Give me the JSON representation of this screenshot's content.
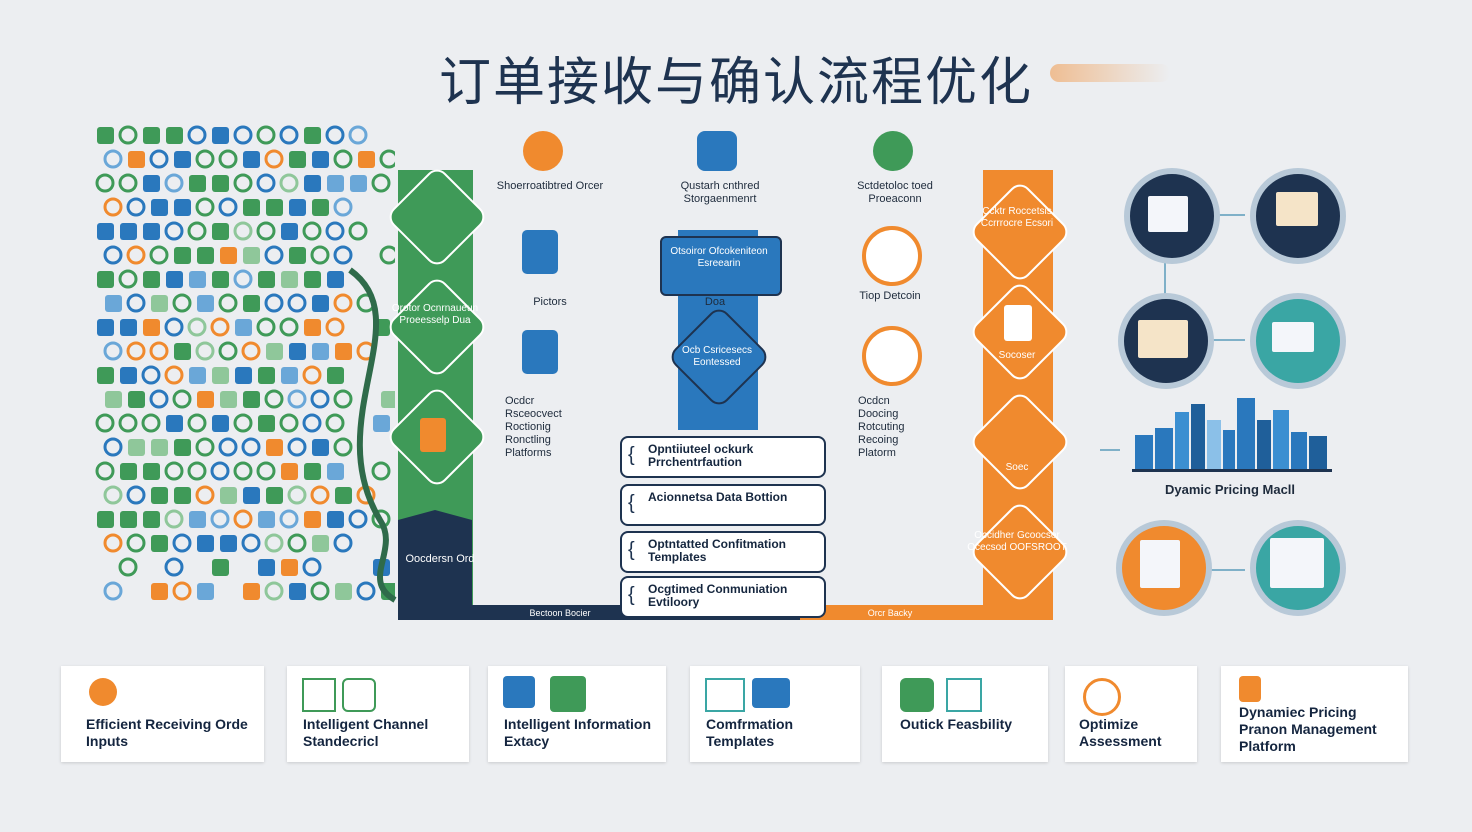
{
  "title": "订单接收与确认流程优化",
  "columns": {
    "col1_header": "Shoerroatibtred Orcer",
    "col1_mid": "Pictors",
    "col1_bottom": [
      "Ocdcr",
      "Rsceocvect",
      "Roctionig",
      "Ronctling",
      "Platforms"
    ],
    "col2_header": "Qustarh cnthred Storgaenmenrt",
    "col2_mid": "Doa",
    "col3_header": "Sctdetoloc toed Proeaconn",
    "col3_mid": "Tiop Detcoin",
    "col3_bottom": [
      "Ocdcn",
      "Doocing",
      "Rotcuting",
      "Recoing",
      "Platorm"
    ]
  },
  "green_diamonds": [
    "",
    "Orotor Ocnrnaueun Proeesselp Dua",
    ""
  ],
  "blue_cards": [
    "Otsoiror Ofcokeniteon Esreearin",
    "Ocb Csricesecs Eontessed"
  ],
  "orange_diamonds": [
    "Ccktr Roccetsis Ccrrrocre Ecsori",
    "Socoser",
    "Soec",
    "Occidher Gcoocsor Ocecsod OOFSROOT"
  ],
  "house_label": "Oocdersn Ord",
  "bottom_left_label": "Bectoon Bocier",
  "bottom_right_label": "Orcr Backy",
  "steps": [
    "Opntiiuteel ockurk Prrchentrfaution",
    "Acionnetsa Data Bottion",
    "Optntatted Confitmation Templates",
    "Ocgtimed Conmuniation Evtiloory"
  ],
  "pricing_label": "Dyamic Pricing Macll",
  "bottom_cards": [
    {
      "label": "Efficient Receiving Orde Inputs"
    },
    {
      "label": "Intelligent Channel Standecricl"
    },
    {
      "label": "Intelligent Information Extacy"
    },
    {
      "label": "Comfrmation Templates"
    },
    {
      "label": "Outick Feasbility"
    },
    {
      "label": "Optimize Assessment"
    },
    {
      "label": "Dynamiec Pricing Pranon Management Platform"
    }
  ],
  "colors": {
    "green": "#3f9a58",
    "blue": "#2a78bd",
    "orange": "#f08a2e",
    "navy": "#1e3350",
    "teal": "#3aa6a4"
  }
}
